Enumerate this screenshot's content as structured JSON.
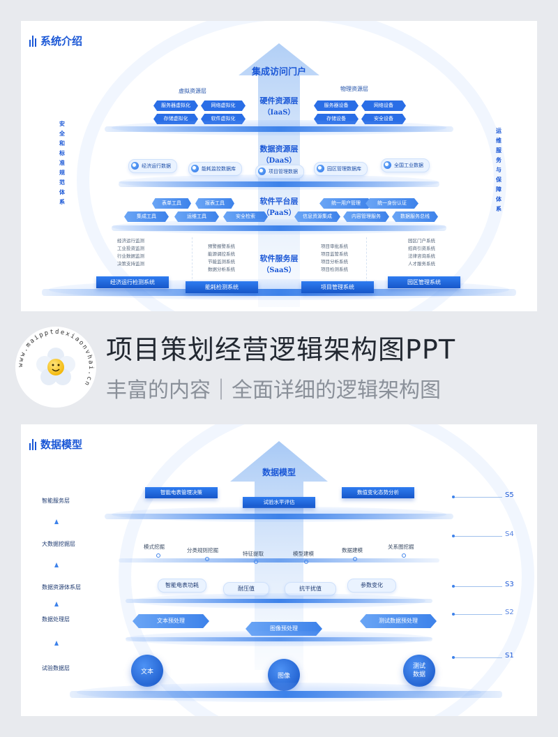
{
  "slide1": {
    "title": "系统介绍",
    "portal": "集成访问门户",
    "iaas": {
      "name": "硬件资源层",
      "abbr": "（IaaS）",
      "virtual_title": "虚拟资源层",
      "virtual_items": [
        "服务器虚拟化",
        "网络虚拟化",
        "存储虚拟化",
        "软件虚拟化"
      ],
      "physical_title": "物理资源层",
      "physical_items": [
        "服务器设备",
        "网络设备",
        "存储设备",
        "安全设备"
      ]
    },
    "daas": {
      "name": "数据资源层",
      "abbr": "（DaaS）",
      "items": [
        "经济运行数据",
        "能耗监控数据库",
        "项目管理数据",
        "园区管理数据库",
        "全国工业数据"
      ]
    },
    "paas": {
      "name": "软件平台层",
      "abbr": "（PaaS）",
      "items": [
        "表单工具",
        "报表工具",
        "统一用户管理",
        "统一身份认证",
        "集成工具",
        "运维工具",
        "安全检索",
        "信息资源集成",
        "内容管理服务",
        "数据服务总线"
      ]
    },
    "saas": {
      "name": "软件服务层",
      "abbr": "（SaaS）",
      "groups": [
        {
          "items": [
            "经济运行监测",
            "工业投资监测",
            "行业数据监测",
            "决策支持监测"
          ],
          "button": "经济运行检测系统"
        },
        {
          "items": [
            "预警报警系统",
            "能源调控系统",
            "节能监测系统",
            "数据分析系统"
          ],
          "button": "能耗检测系统"
        },
        {
          "items": [
            "项目审批系统",
            "项目监管系统",
            "项目分析系统",
            "项目检测系统"
          ],
          "button": "项目管理系统"
        },
        {
          "items": [
            "园区门户系统",
            "招商引资系统",
            "法律咨询系统",
            "人才服务系统"
          ],
          "button": "园区管理系统"
        }
      ]
    },
    "left_side": [
      "安",
      "全",
      "和",
      "标",
      "准",
      "规",
      "范",
      "体",
      "系"
    ],
    "right_side": [
      "运",
      "维",
      "服",
      "务",
      "与",
      "保",
      "障",
      "体",
      "系"
    ]
  },
  "banner": {
    "title": "项目策划经营逻辑架构图PPT",
    "subtitle": "丰富的内容｜全面详细的逻辑架构图",
    "logo_text": "www.maipptdexiaonvhai.cn",
    "logo_icon": "smiley-flower-icon"
  },
  "slide2": {
    "title": "数据模型",
    "peak": "数据模型",
    "left_labels": [
      "智能服务层",
      "大数据挖掘层",
      "数据资源体系层",
      "数据处理层",
      "试验数据层"
    ],
    "s_labels": [
      "S5",
      "S4",
      "S3",
      "S2",
      "S1"
    ],
    "s5_items": [
      "智能电表管理决策",
      "试验水平评估",
      "数值变化态势分析"
    ],
    "s4_items": [
      "模式挖掘",
      "分类规则挖掘",
      "特征提取",
      "模型建模",
      "数据建模",
      "关系图挖掘"
    ],
    "s3_items": [
      "智能电表功耗",
      "耐压值",
      "抗干扰值",
      "参数变化"
    ],
    "s2_items": [
      "文本预处理",
      "图像预处理",
      "测试数据预处理"
    ],
    "s1_items": [
      "文本",
      "图像",
      "测试\n数据"
    ]
  },
  "colors": {
    "primary": "#1a57d6",
    "accent": "#3d82ea",
    "background": "#e8eaee",
    "title_text": "#222831",
    "subtitle_text": "#8a9099"
  }
}
